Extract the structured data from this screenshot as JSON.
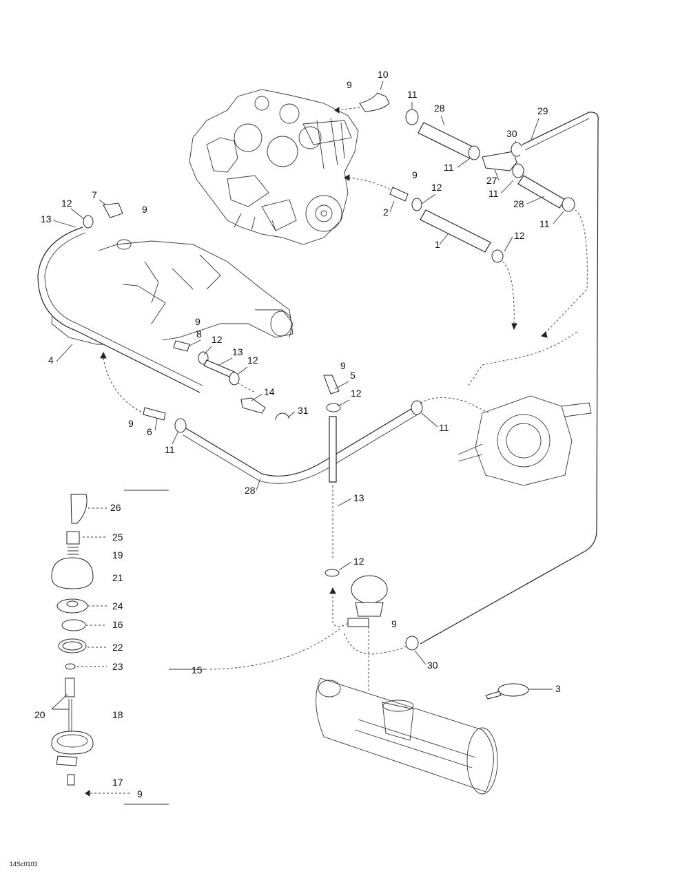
{
  "diagram_code": "14Sc0103",
  "callouts": {
    "c9a": "9",
    "c10": "10",
    "c11a": "11",
    "c28a": "28",
    "c29": "29",
    "c30a": "30",
    "c11b": "11",
    "c27": "27",
    "c11c": "11",
    "c28b": "28",
    "c11d": "11",
    "c9b": "9",
    "c12a": "12",
    "c2": "2",
    "c1": "1",
    "c12b": "12",
    "c7": "7",
    "c12c": "12",
    "c9c": "9",
    "c13a": "13",
    "c4": "4",
    "c9d": "9",
    "c8": "8",
    "c12d": "12",
    "c13b": "13",
    "c12e": "12",
    "c9e": "9",
    "c5": "5",
    "c14": "14",
    "c12f": "12",
    "c9f": "9",
    "c6": "6",
    "c31": "31",
    "c11e": "11",
    "c11f": "11",
    "c28c": "28",
    "c26": "26",
    "c25": "25",
    "c19": "19",
    "c21": "21",
    "c24": "24",
    "c16": "16",
    "c22": "22",
    "c23": "23",
    "c15": "15",
    "c20": "20",
    "c18": "18",
    "c17": "17",
    "c9g": "9",
    "c13c": "13",
    "c12g": "12",
    "c9h": "9",
    "c30b": "30",
    "c3": "3"
  }
}
